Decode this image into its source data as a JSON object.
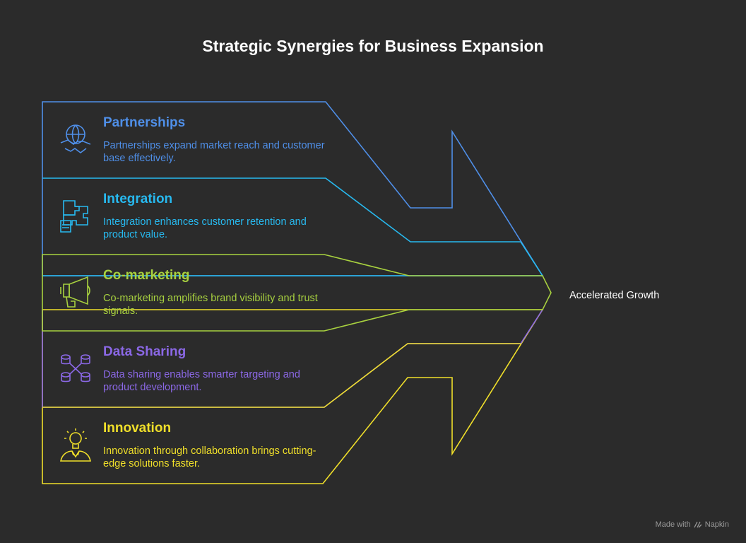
{
  "title": "Strategic Synergies for Business Expansion",
  "outcome_label": "Accelerated Growth",
  "items": [
    {
      "heading": "Partnerships",
      "description": "Partnerships expand market reach and customer base effectively.",
      "color": "#4f8fe8",
      "icon": "handshake-globe-icon"
    },
    {
      "heading": "Integration",
      "description": "Integration enhances customer retention and product value.",
      "color": "#27b9ef",
      "icon": "puzzle-pieces-icon"
    },
    {
      "heading": "Co-marketing",
      "description": "Co-marketing amplifies brand visibility and trust signals.",
      "color": "#a8d13f",
      "icon": "megaphone-icon"
    },
    {
      "heading": "Data Sharing",
      "description": "Data sharing enables smarter targeting and product development.",
      "color": "#8b68e6",
      "icon": "database-network-icon"
    },
    {
      "heading": "Innovation",
      "description": "Innovation through collaboration brings cutting-edge solutions faster.",
      "color": "#f0df2a",
      "icon": "lightbulb-idea-icon"
    }
  ],
  "footer": {
    "made_with": "Made with",
    "brand": "Napkin"
  }
}
